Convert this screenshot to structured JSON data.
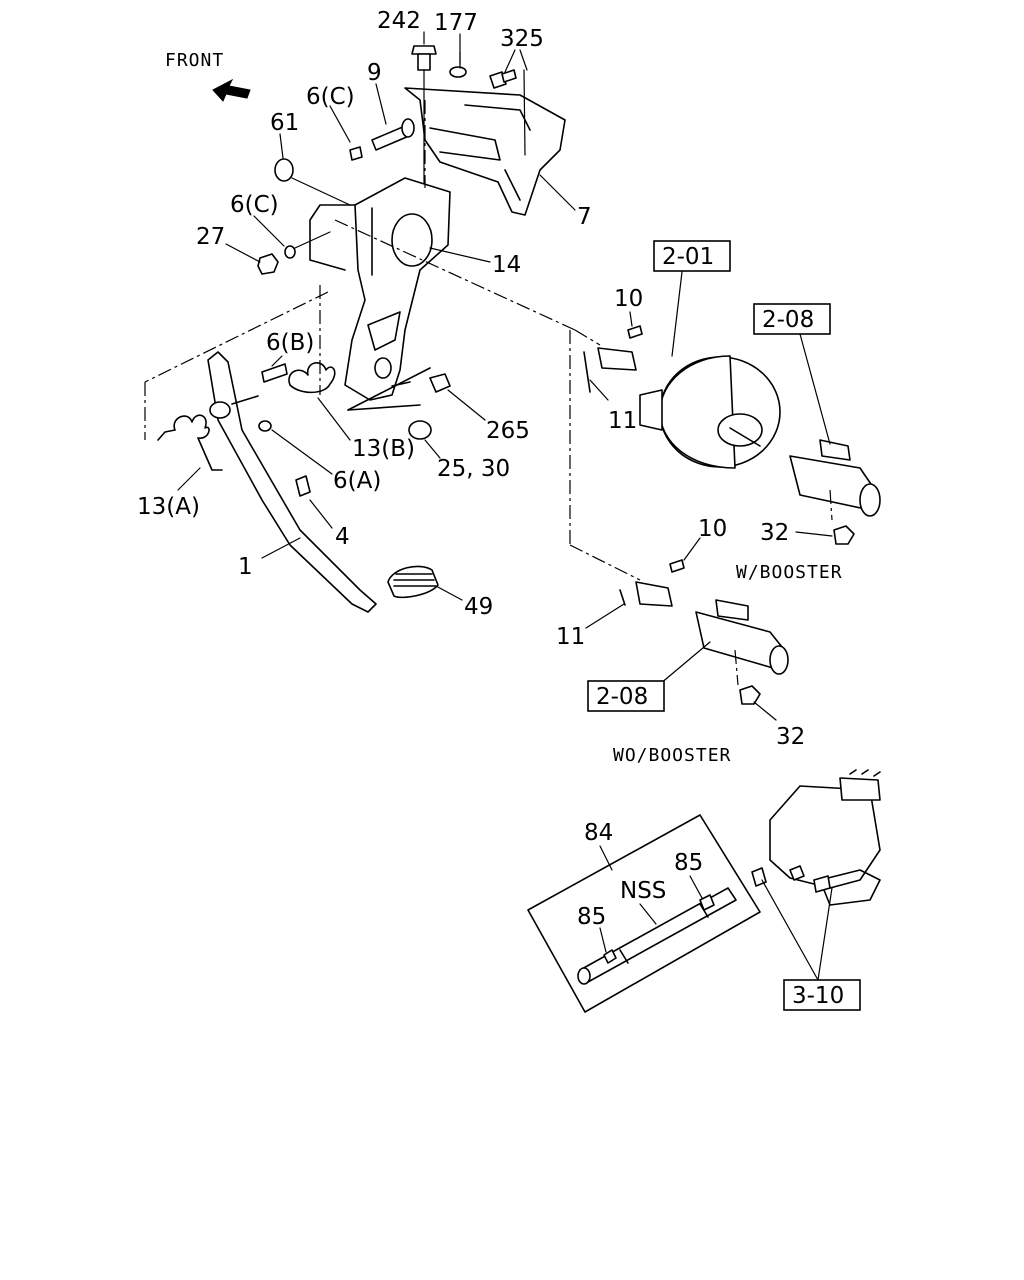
{
  "direction": {
    "label": "FRONT",
    "icon": "front-arrow-icon"
  },
  "callouts": {
    "c242": "242",
    "c177": "177",
    "c325": "325",
    "c9": "9",
    "c6c_top": "6(C)",
    "c61": "61",
    "c6c_mid": "6(C)",
    "c27": "27",
    "c7": "7",
    "c14": "14",
    "c6b": "6(B)",
    "c13b": "13(B)",
    "c265": "265",
    "c25_30": "25, 30",
    "c6a": "6(A)",
    "c13a": "13(A)",
    "c4": "4",
    "c1": "1",
    "c49": "49",
    "c10_top": "10",
    "c11_top": "11",
    "c32_top": "32",
    "c10_bot": "10",
    "c11_bot": "11",
    "c32_bot": "32",
    "c84": "84",
    "c85_right": "85",
    "c85_left": "85",
    "nss": "NSS"
  },
  "reference_boxes": {
    "booster": "2-01",
    "master_cyl_top": "2-08",
    "master_cyl_bot": "2-08",
    "reservoir": "3-10"
  },
  "variants": {
    "with_booster": "W/BOOSTER",
    "without_booster": "WO/BOOSTER"
  }
}
